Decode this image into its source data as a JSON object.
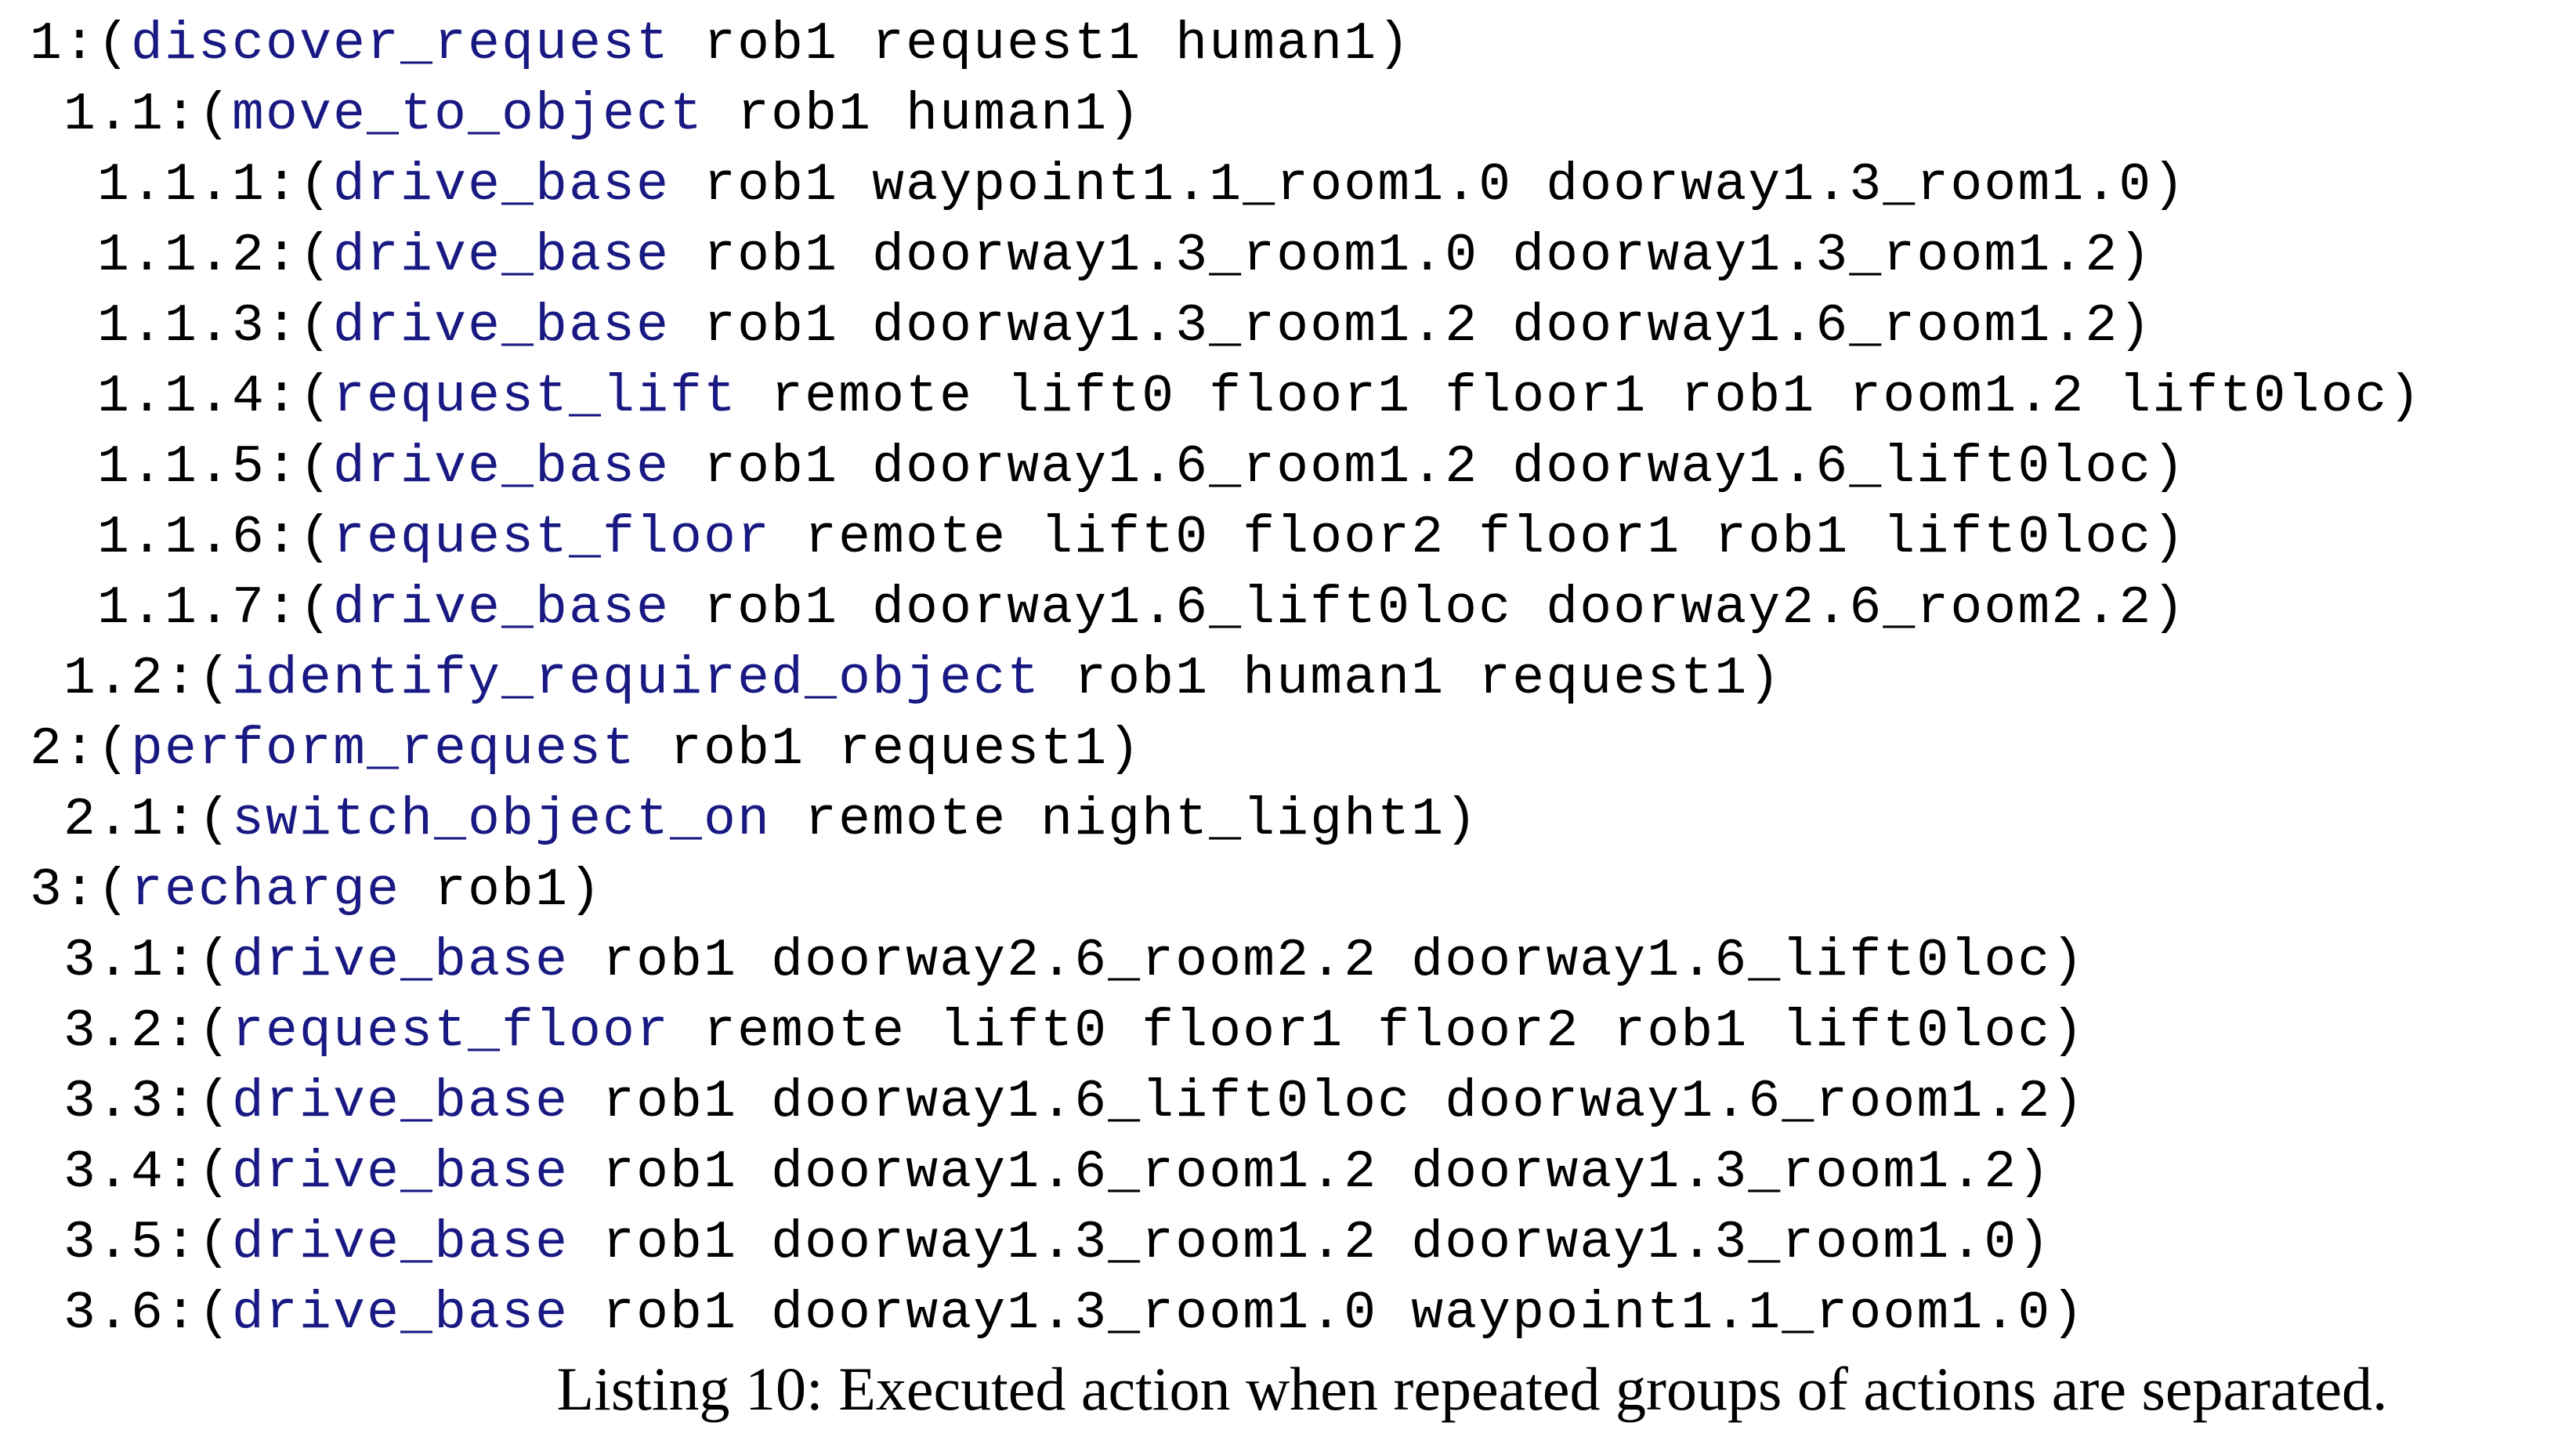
{
  "page": {
    "background": "#ffffff",
    "text_color": "#000000",
    "keyword_color": "#191983"
  },
  "listing": {
    "lines": [
      {
        "indent": 0,
        "prefix": "1:(",
        "action": "discover_request",
        "args": " rob1 request1 human1)"
      },
      {
        "indent": 1,
        "prefix": "1.1:(",
        "action": "move_to_object",
        "args": " rob1 human1)"
      },
      {
        "indent": 2,
        "prefix": "1.1.1:(",
        "action": "drive_base",
        "args": " rob1 waypoint1.1_room1.0 doorway1.3_room1.0)"
      },
      {
        "indent": 2,
        "prefix": "1.1.2:(",
        "action": "drive_base",
        "args": " rob1 doorway1.3_room1.0 doorway1.3_room1.2)"
      },
      {
        "indent": 2,
        "prefix": "1.1.3:(",
        "action": "drive_base",
        "args": " rob1 doorway1.3_room1.2 doorway1.6_room1.2)"
      },
      {
        "indent": 2,
        "prefix": "1.1.4:(",
        "action": "request_lift",
        "args": " remote lift0 floor1 floor1 rob1 room1.2 lift0loc)"
      },
      {
        "indent": 2,
        "prefix": "1.1.5:(",
        "action": "drive_base",
        "args": " rob1 doorway1.6_room1.2 doorway1.6_lift0loc)"
      },
      {
        "indent": 2,
        "prefix": "1.1.6:(",
        "action": "request_floor",
        "args": " remote lift0 floor2 floor1 rob1 lift0loc)"
      },
      {
        "indent": 2,
        "prefix": "1.1.7:(",
        "action": "drive_base",
        "args": " rob1 doorway1.6_lift0loc doorway2.6_room2.2)"
      },
      {
        "indent": 1,
        "prefix": "1.2:(",
        "action": "identify_required_object",
        "args": " rob1 human1 request1)"
      },
      {
        "indent": 0,
        "prefix": "2:(",
        "action": "perform_request",
        "args": " rob1 request1)"
      },
      {
        "indent": 1,
        "prefix": "2.1:(",
        "action": "switch_object_on",
        "args": " remote night_light1)"
      },
      {
        "indent": 0,
        "prefix": "3:(",
        "action": "recharge",
        "args": " rob1)"
      },
      {
        "indent": 1,
        "prefix": "3.1:(",
        "action": "drive_base",
        "args": " rob1 doorway2.6_room2.2 doorway1.6_lift0loc)"
      },
      {
        "indent": 1,
        "prefix": "3.2:(",
        "action": "request_floor",
        "args": " remote lift0 floor1 floor2 rob1 lift0loc)"
      },
      {
        "indent": 1,
        "prefix": "3.3:(",
        "action": "drive_base",
        "args": " rob1 doorway1.6_lift0loc doorway1.6_room1.2)"
      },
      {
        "indent": 1,
        "prefix": "3.4:(",
        "action": "drive_base",
        "args": " rob1 doorway1.6_room1.2 doorway1.3_room1.2)"
      },
      {
        "indent": 1,
        "prefix": "3.5:(",
        "action": "drive_base",
        "args": " rob1 doorway1.3_room1.2 doorway1.3_room1.0)"
      },
      {
        "indent": 1,
        "prefix": "3.6:(",
        "action": "drive_base",
        "args": " rob1 doorway1.3_room1.0 waypoint1.1_room1.0)"
      }
    ]
  },
  "caption": {
    "text": "Listing 10: Executed action when repeated groups of actions are separated."
  }
}
